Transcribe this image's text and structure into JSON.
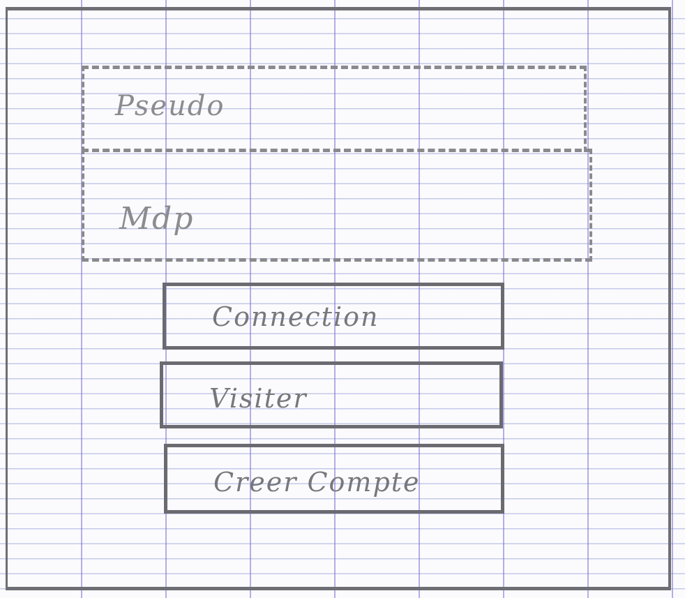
{
  "form": {
    "username_field": {
      "label": "Pseudo"
    },
    "password_field": {
      "label": "Mdp"
    }
  },
  "buttons": {
    "connexion_label": "Connection",
    "visiter_label": "Visiter",
    "creer_compte_label": "Creer Compte"
  }
}
